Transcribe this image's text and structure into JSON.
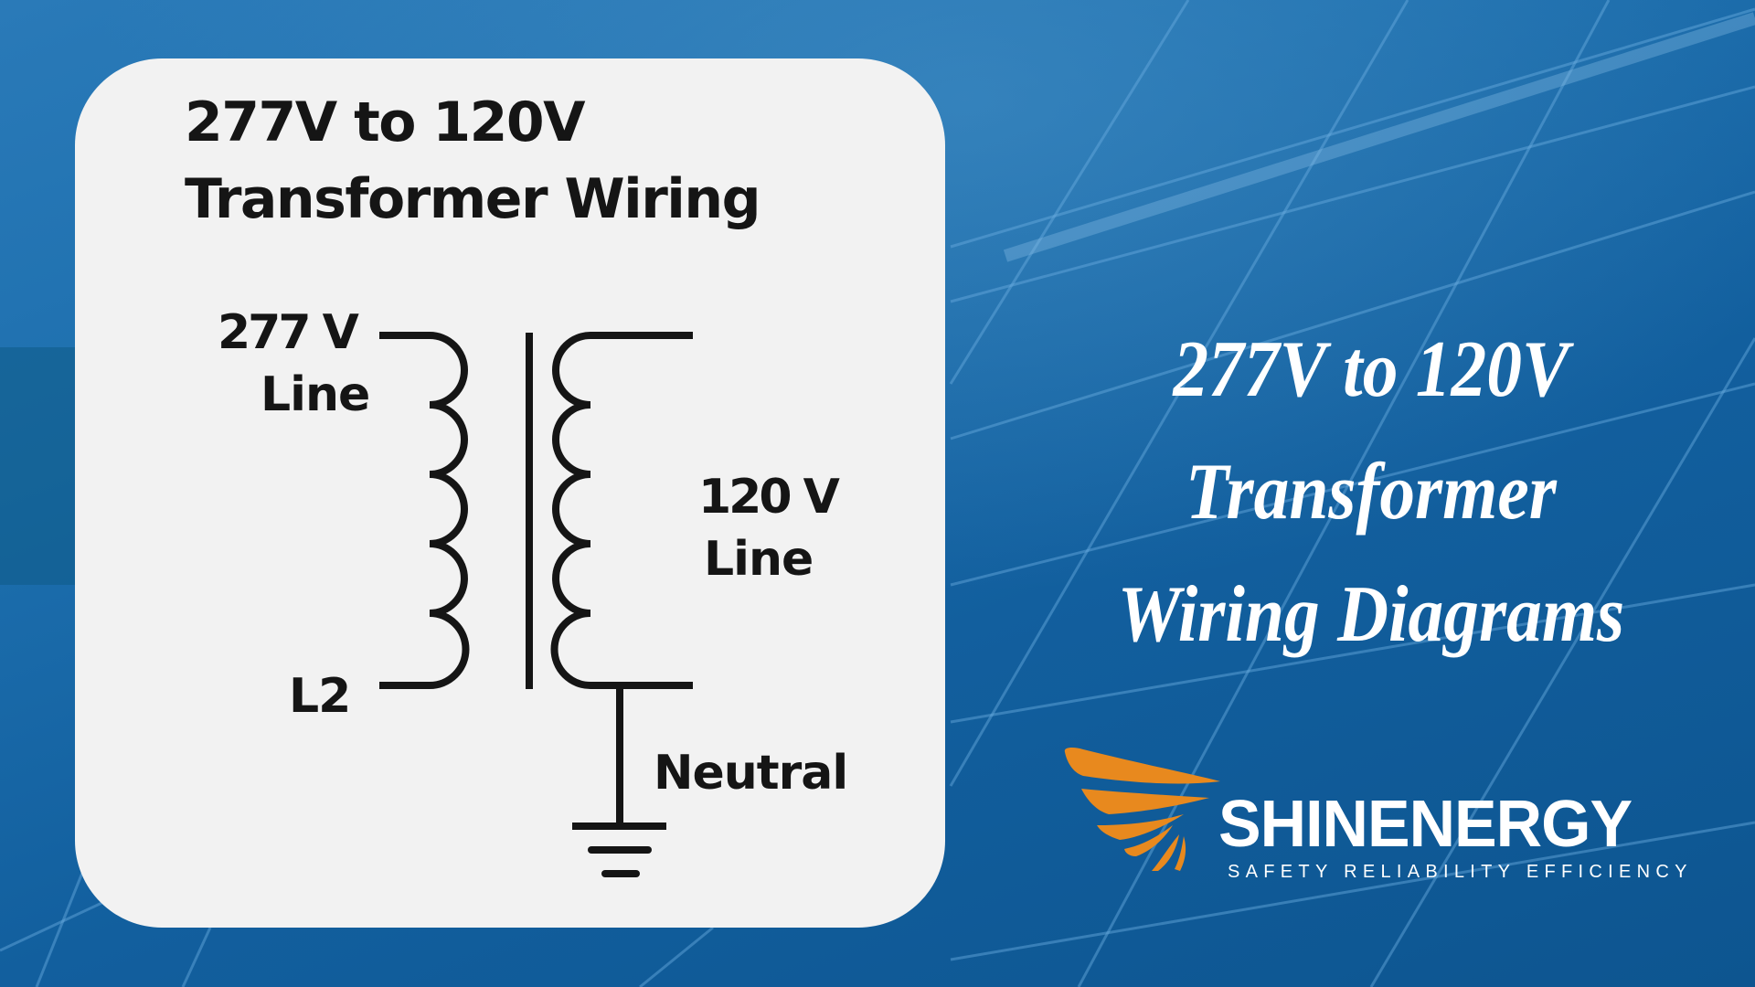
{
  "card": {
    "title_line1": "277V to 120V",
    "title_line2": "Transformer Wiring"
  },
  "diagram": {
    "primary_voltage": "277 V",
    "primary_label": "Line",
    "primary_return": "L2",
    "secondary_voltage": "120 V",
    "secondary_label": "Line",
    "neutral_label": "Neutral",
    "ground_symbol": "ground-icon"
  },
  "headline": {
    "line1": "277V to 120V",
    "line2": "Transformer",
    "line3": "Wiring Diagrams"
  },
  "brand": {
    "name": "SHINENERGY",
    "tagline": "SAFETY RELIABILITY EFFICIENCY",
    "logo_icon": "wing-icon"
  },
  "colors": {
    "background": "#1a6aaa",
    "card": "#f2f2f2",
    "ink": "#151515",
    "accent_orange": "#e8891e",
    "text_white": "#ffffff"
  }
}
